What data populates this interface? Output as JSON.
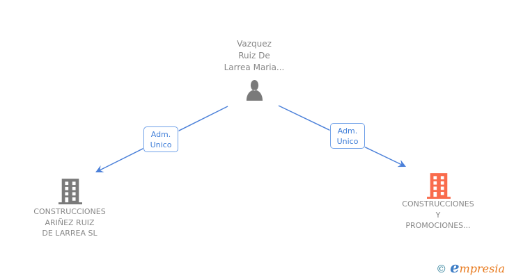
{
  "diagram": {
    "person": {
      "name_lines": [
        "Vazquez",
        "Ruiz De",
        "Larrea Maria..."
      ]
    },
    "edges": [
      {
        "label_lines": [
          "Adm.",
          "Unico"
        ]
      },
      {
        "label_lines": [
          "Adm.",
          "Unico"
        ]
      }
    ],
    "companies": [
      {
        "name_lines": [
          "CONSTRUCCIONES",
          "ARIÑEZ RUIZ",
          "DE LARREA SL"
        ]
      },
      {
        "name_lines": [
          "CONSTRUCCIONES",
          "Y",
          "PROMOCIONES..."
        ]
      }
    ],
    "colors": {
      "edge_blue": "#4b80d9",
      "label_border": "#6fa0e8",
      "label_text": "#3f7ed8",
      "gray_text": "#878787",
      "gray_icon": "#7a7a7a",
      "orange_icon": "#f96b4c"
    }
  },
  "footer": {
    "copyright_symbol": "©",
    "brand_initial": "e",
    "brand_rest": "mpresia",
    "colors": {
      "copyright": "#2e7f9a",
      "initial": "#3f7ec6",
      "rest": "#e87a1e"
    }
  }
}
